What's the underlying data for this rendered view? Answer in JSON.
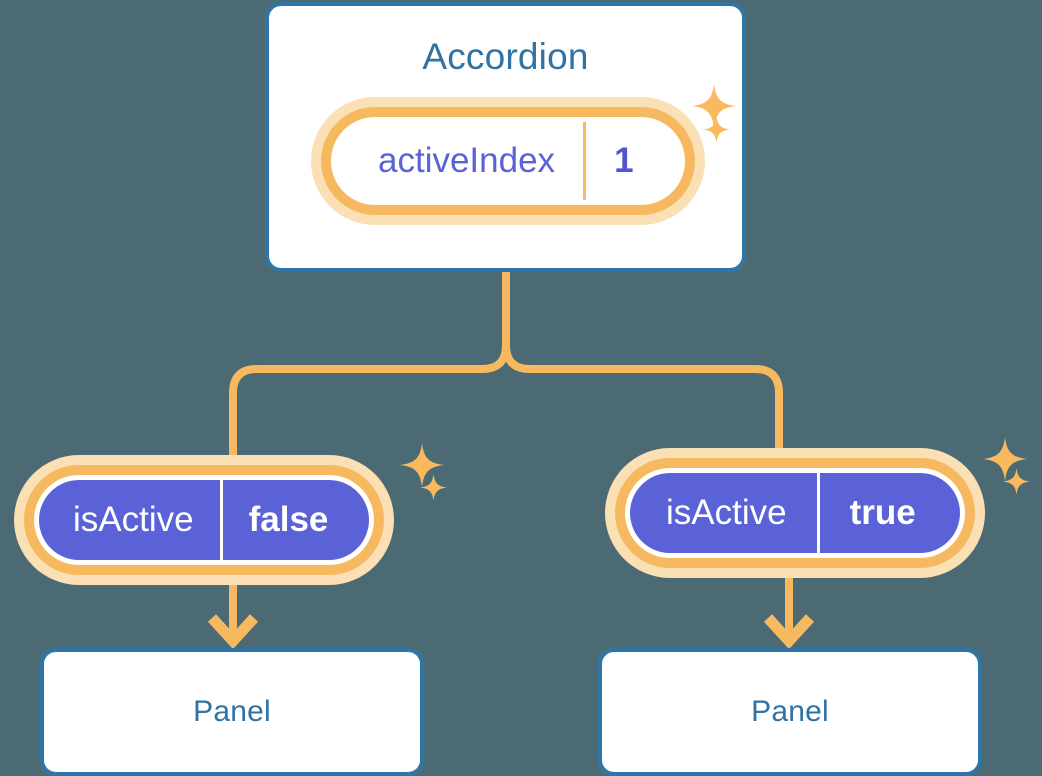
{
  "theme": {
    "background": "#4c6a73",
    "card_border": "#2f76a8",
    "card_fill": "#ffffff",
    "title_text": "#2e73a4",
    "accent_orange": "#f7b95f",
    "accent_orange_glow": "#fae0b4",
    "state_purple": "#5b61d6",
    "value_purple_text": "#4f56d3",
    "white": "#ffffff"
  },
  "diagram": {
    "type": "component-state-tree",
    "root": {
      "label": "Accordion",
      "state": {
        "name": "activeIndex",
        "value": "1",
        "style": "light"
      }
    },
    "children": [
      {
        "id": "left",
        "label": "Panel",
        "state": {
          "name": "isActive",
          "value": "false",
          "style": "solid"
        }
      },
      {
        "id": "right",
        "label": "Panel",
        "state": {
          "name": "isActive",
          "value": "true",
          "style": "solid"
        }
      }
    ],
    "connectors": {
      "style": "rounded-elbow",
      "color": "#f7b95f",
      "arrowheads": 2
    },
    "sparkles": {
      "count": 6,
      "shape": "four-point-star",
      "color": "#f8b95f"
    }
  }
}
